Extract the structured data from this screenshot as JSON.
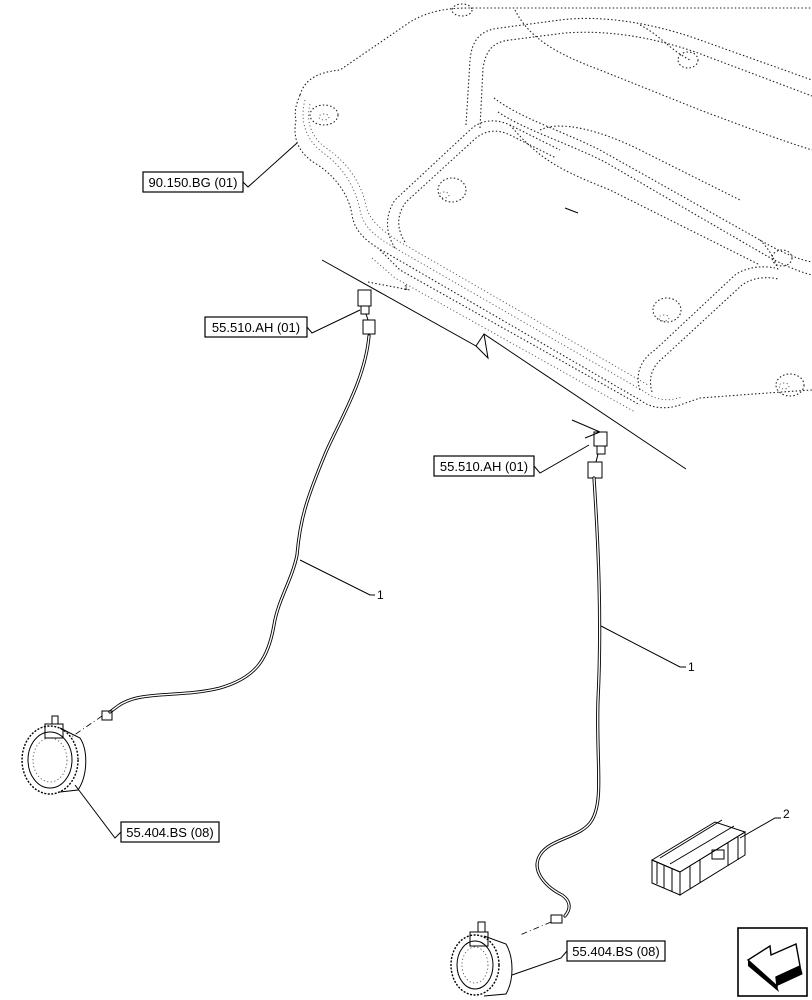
{
  "callouts": {
    "roof_ref": "90.150.BG (01)",
    "connector_left_ref": "55.510.AH (01)",
    "connector_right_ref": "55.510.AH (01)",
    "lamp_left_ref": "55.404.BS (08)",
    "lamp_right_ref": "55.404.BS (08)"
  },
  "items": {
    "harness_left": "1",
    "harness_right": "1",
    "kit": "2",
    "tiny_mark": "1"
  },
  "icons": {
    "navigation": "arrow-prev-page-icon",
    "kit": "parts-crate-icon",
    "lamp": "work-lamp-icon",
    "connector": "harness-connector-icon"
  },
  "colors": {
    "line": "#000000",
    "background": "#ffffff"
  }
}
